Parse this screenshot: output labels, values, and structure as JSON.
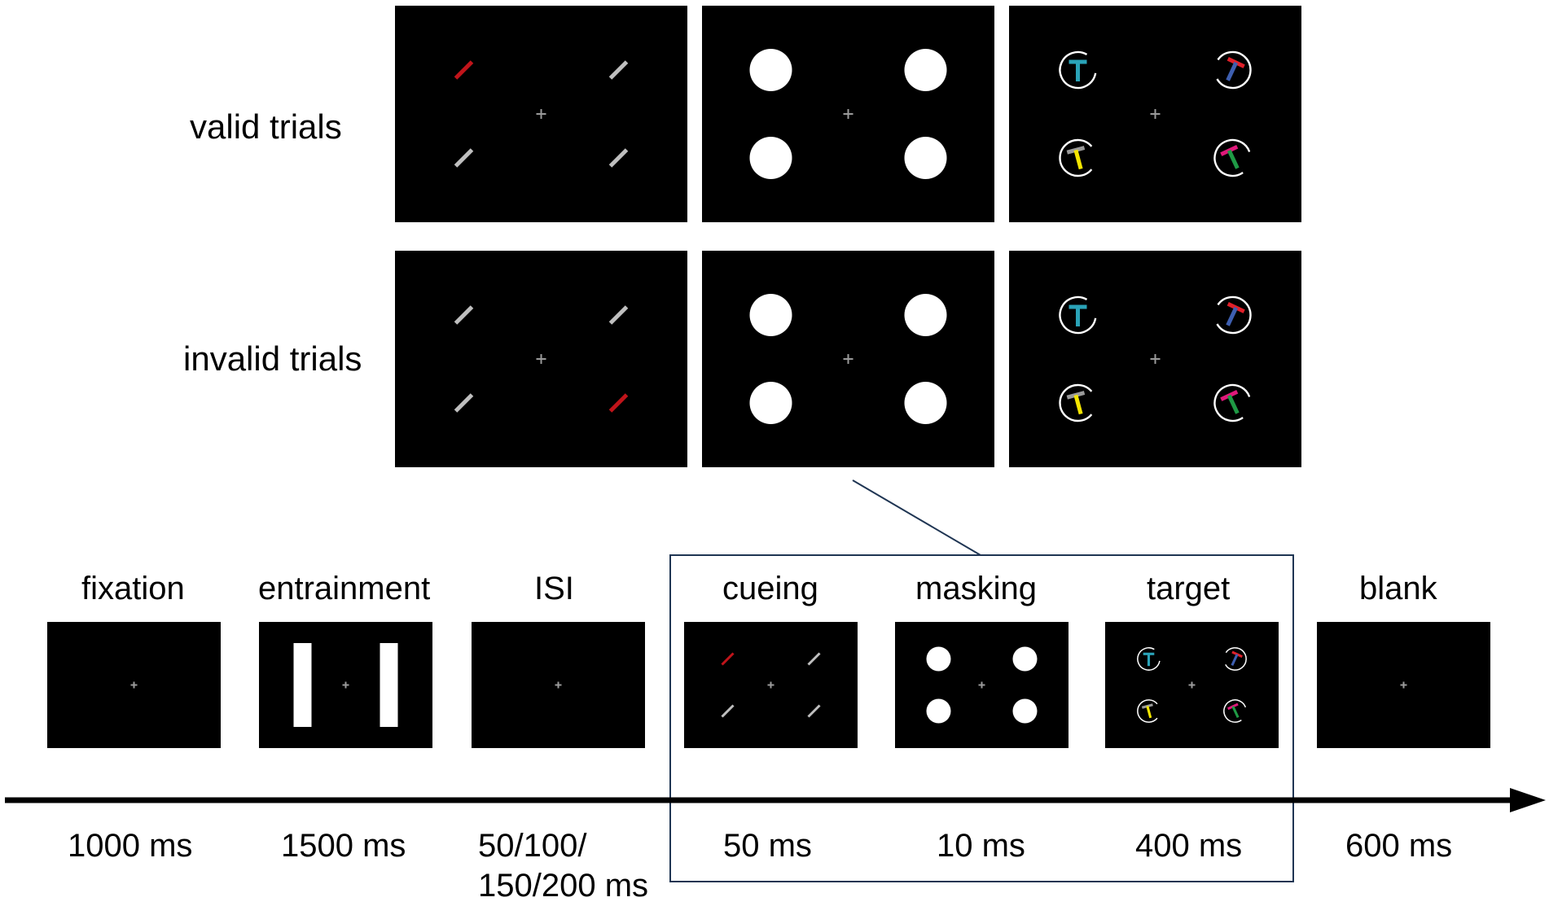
{
  "rows": [
    {
      "label": "valid trials"
    },
    {
      "label": "invalid trials"
    }
  ],
  "phases": [
    {
      "label": "fixation",
      "duration": "1000 ms"
    },
    {
      "label": "entrainment",
      "duration": "1500 ms"
    },
    {
      "label": "ISI",
      "duration_line1": "50/100/",
      "duration_line2": "150/200 ms"
    },
    {
      "label": "cueing",
      "duration": "50 ms"
    },
    {
      "label": "masking",
      "duration": "10 ms"
    },
    {
      "label": "target",
      "duration": "400 ms"
    },
    {
      "label": "blank",
      "duration": "600 ms"
    }
  ],
  "colors": {
    "background": "#ffffff",
    "screen": "#000000",
    "box_outline": "#1f3553",
    "cue": "#c0141a",
    "neutral_line": "#bfbfbf",
    "fixation_cross": "#9a9a9a",
    "timeline": "#000000",
    "ring": "#ffffff",
    "teal": "#2aa3b8",
    "blue": "#3e5fb0",
    "red": "#e0202a",
    "gray": "#9a9a9a",
    "yellow": "#f5e600",
    "magenta": "#e0187a",
    "green": "#1f9a45"
  },
  "icons": [
    "fixation-cross-icon",
    "cue-line-icon",
    "mask-disc-icon",
    "target-t-icon",
    "arrowhead-icon"
  ]
}
